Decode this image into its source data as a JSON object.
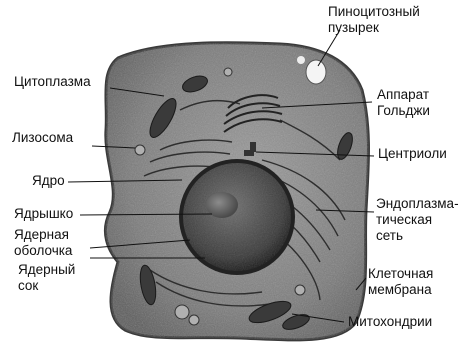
{
  "labels": {
    "cytoplasm": "Цитоплазма",
    "lysosome": "Лизосома",
    "nucleus": "Ядро",
    "nucleolus": "Ядрышко",
    "nuclear_envelope": [
      "Ядерная",
      "оболочка"
    ],
    "nuclear_sap": [
      "Ядерный",
      "сок"
    ],
    "pinocytic_vesicle": [
      "Пиноцитозный",
      "пузырек"
    ],
    "golgi": [
      "Аппарат",
      "Гольджи"
    ],
    "centrioles": "Центриоли",
    "er": [
      "Эндоплазма-",
      "тическая",
      "сеть"
    ],
    "cell_membrane": [
      "Клеточная",
      "мембрана"
    ],
    "mitochondria": "Митохондрии"
  }
}
